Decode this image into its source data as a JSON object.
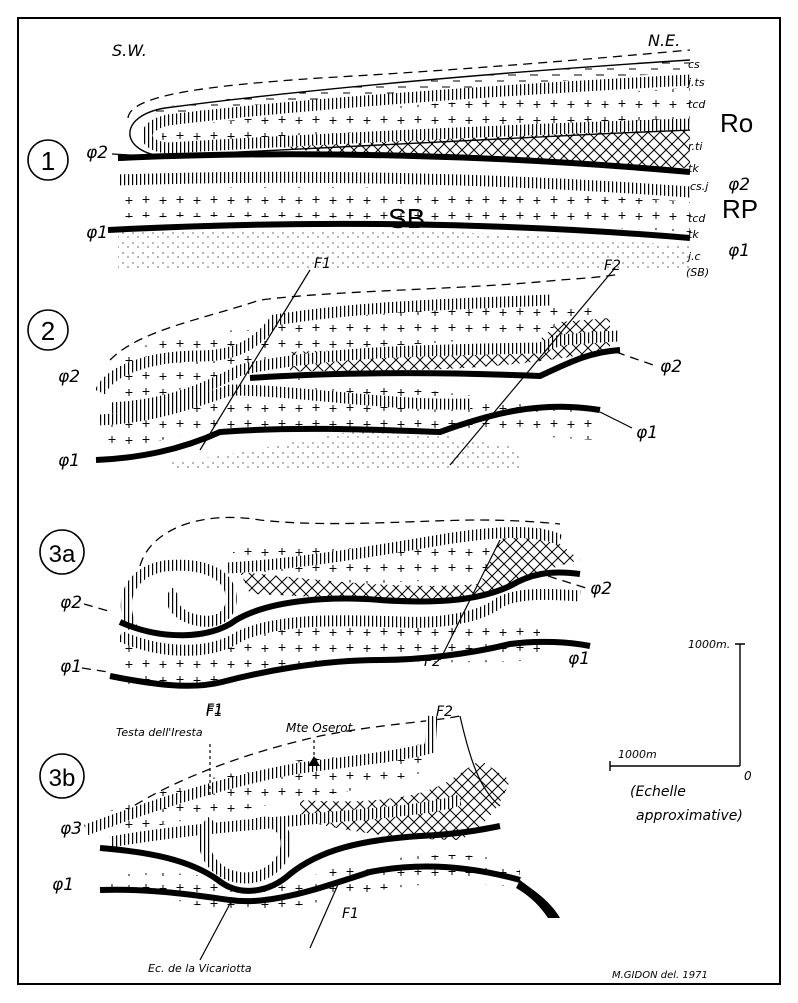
{
  "orientation": {
    "left": "S.W.",
    "right": "N.E."
  },
  "panels": [
    {
      "id": "1",
      "label": "1"
    },
    {
      "id": "2",
      "label": "2"
    },
    {
      "id": "3a",
      "label": "3a"
    },
    {
      "id": "3b",
      "label": "3b"
    }
  ],
  "panel1": {
    "units_big": {
      "ro": "Ro",
      "rp": "RP",
      "sb": "SB"
    },
    "right_labels": {
      "cs_top": "cs",
      "j_ts": "j.ts",
      "tcd_top": "tcd",
      "r_ti": "r.ti",
      "tk_top": "tk",
      "cs_j": "cs.j",
      "tcd_bot": "tcd",
      "tk_bot": "tk",
      "jc": "j.c",
      "sb_paren": "(SB)"
    },
    "phi2_left": "φ2",
    "phi1_left": "φ1",
    "phi2_right": "φ2",
    "phi1_right": "φ1"
  },
  "panel2": {
    "f1": "F1",
    "f2": "F2",
    "phi2_left": "φ2",
    "phi1_left": "φ1",
    "phi2_right": "φ2",
    "phi1_right": "φ1"
  },
  "panel3a": {
    "f1": "F1",
    "f2": "F2",
    "phi2_left": "φ2",
    "phi1_left": "φ1",
    "phi2_right": "φ2",
    "phi1_right": "φ1"
  },
  "panel3b": {
    "f1_top": "F1",
    "f2_top": "F2",
    "f1_bottom": "F1",
    "phi3_left": "φ3",
    "phi1_left": "φ1",
    "testa": "Testa dell'Iresta",
    "mte": "Mte Oserot",
    "vicariotta": "Ec. de la Vicariotta"
  },
  "scale": {
    "vertical": "1000m.",
    "horizontal": "1000m",
    "zero": "0",
    "note_line1": "(Echelle",
    "note_line2": "approximative)"
  },
  "signature": "M.GIDON del. 1971"
}
